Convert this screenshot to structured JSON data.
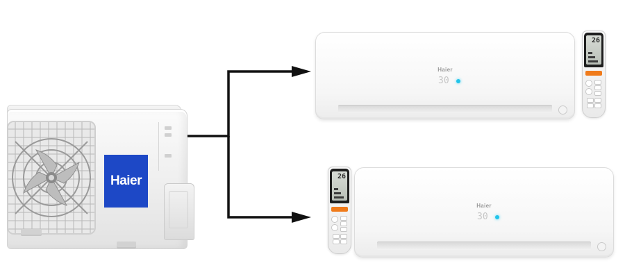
{
  "outdoor_unit": {
    "brand": "Haier",
    "brand_color": "#1d48c6"
  },
  "indoor_units": [
    {
      "display": "30",
      "brand": "Haier",
      "indicator_color": "#22c4ea"
    },
    {
      "display": "30",
      "brand": "Haier",
      "indicator_color": "#22c4ea"
    }
  ],
  "remotes": [
    {
      "screen_temp": "26",
      "power_color": "#f07b1b"
    },
    {
      "screen_temp": "26",
      "power_color": "#f07b1b"
    }
  ],
  "pipe_color": "#111111"
}
